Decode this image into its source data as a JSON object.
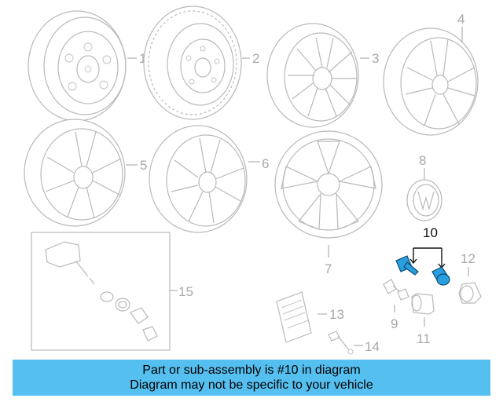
{
  "callouts": {
    "c1": "1",
    "c2": "2",
    "c3": "3",
    "c4": "4",
    "c5": "5",
    "c6": "6",
    "c7": "7",
    "c8": "8",
    "c9": "9",
    "c10": "10",
    "c11": "11",
    "c12": "12",
    "c13": "13",
    "c14": "14",
    "c15": "15"
  },
  "highlight_part": "10",
  "colors": {
    "highlight_fill": "#2a9fe0",
    "banner_bg": "#55bff0",
    "line_gray": "#b9b9b9"
  },
  "banner": {
    "line1": "Part or sub-assembly is #10 in diagram",
    "line2": "Diagram may not be specific to your vehicle"
  }
}
